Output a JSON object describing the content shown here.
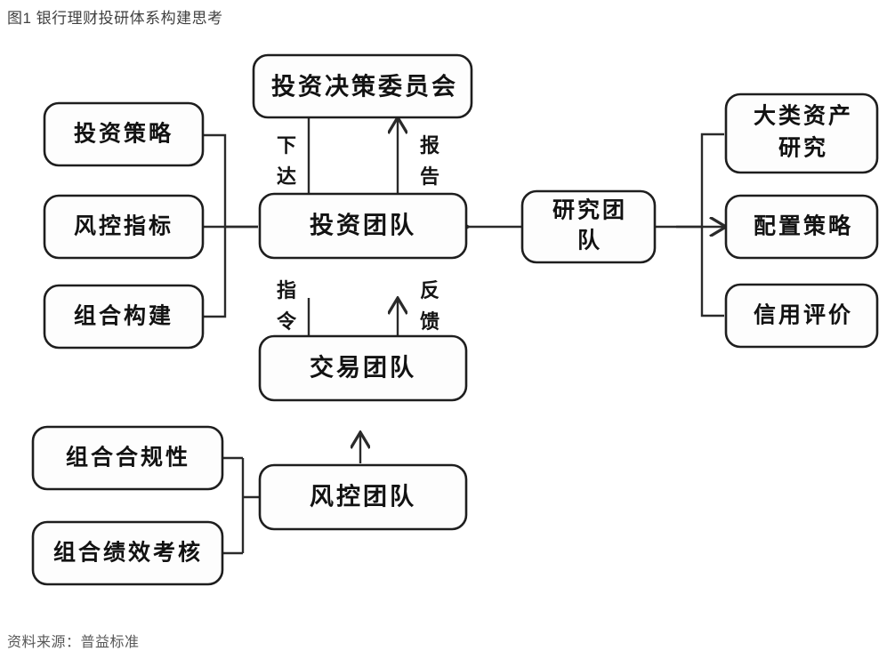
{
  "figure": {
    "title": "图1 银行理财投研体系构建思考",
    "source": "资料来源：普益标准"
  },
  "diagram": {
    "type": "flowchart",
    "colors": {
      "box_fill": "#fdfdfd",
      "box_stroke": "#1e1e1e",
      "edge_stroke": "#4a4a4a",
      "text": "#121212",
      "title_text": "#404040"
    },
    "nodes": {
      "committee": {
        "label": "投资决策委员会"
      },
      "invest_team": {
        "label": "投资团队"
      },
      "trade_team": {
        "label": "交易团队"
      },
      "risk_team": {
        "label": "风控团队"
      },
      "research_team": {
        "line1": "研究团",
        "line2": "队"
      },
      "left_1": {
        "label": "投资策略"
      },
      "left_2": {
        "label": "风控指标"
      },
      "left_3": {
        "label": "组合构建"
      },
      "right_1": {
        "line1": "大类资产",
        "line2": "研究"
      },
      "right_2": {
        "label": "配置策略"
      },
      "right_3": {
        "label": "信用评价"
      },
      "bottom_1": {
        "label": "组合合规性"
      },
      "bottom_2": {
        "label": "组合绩效考核"
      }
    },
    "edge_labels": {
      "issue": {
        "char1": "下",
        "char2": "达"
      },
      "report": {
        "char1": "报",
        "char2": "告"
      },
      "instruction": {
        "char1": "指",
        "char2": "令"
      },
      "feedback": {
        "char1": "反",
        "char2": "馈"
      }
    }
  }
}
